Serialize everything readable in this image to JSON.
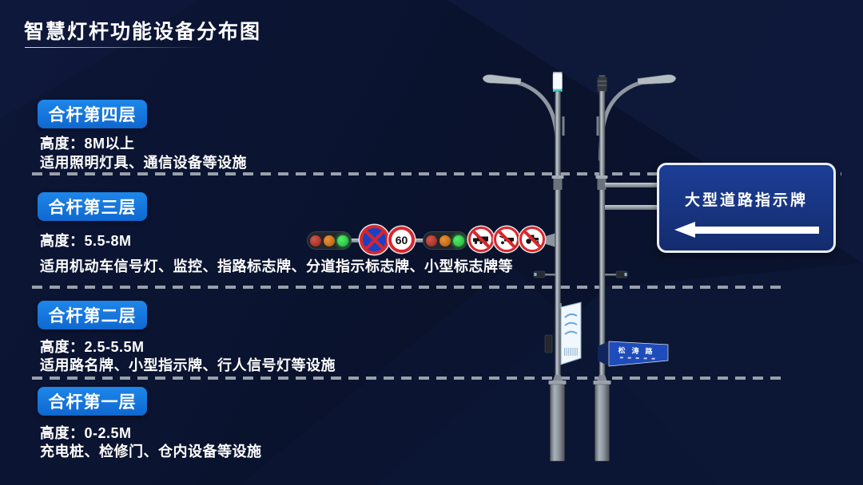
{
  "title": "智慧灯杆功能设备分布图",
  "layers": [
    {
      "badge": "合杆第四层",
      "height": "高度：8M以上",
      "desc": "适用照明灯具、通信设备等设施"
    },
    {
      "badge": "合杆第三层",
      "height": "高度：5.5-8M",
      "desc": "适用机动车信号灯、监控、指路标志牌、分道指示标志牌、小型标志牌等"
    },
    {
      "badge": "合杆第二层",
      "height": "高度：2.5-5.5M",
      "desc": "适用路名牌、小型指示牌、行人信号灯等设施"
    },
    {
      "badge": "合杆第一层",
      "height": "高度：0-2.5M",
      "desc": "充电桩、检修门、仓内设备等设施"
    }
  ],
  "pole_signs": {
    "speed_limit_value": "60",
    "large_sign_label": "大型道路指示牌",
    "road_name_sign": "松涛路"
  },
  "icons": {
    "traffic-light-icon": "three-lamp signal head (red / amber / green)",
    "no-stopping-sign-icon": "blue circle with red cross",
    "speed-limit-sign-icon": "white circle, red ring, value 60",
    "no-truck-sign-icon": "prohibition circle with truck",
    "no-tricycle-sign-icon": "prohibition circle with motor tricycle",
    "no-tractor-sign-icon": "prohibition circle with tractor",
    "cctv-camera-icon": "pole-mounted camera",
    "led-screen-icon": "pole LED display panel",
    "street-lamp-icon": "double curved-arm street light poles",
    "left-arrow-icon": "white arrow pointing left"
  },
  "colors": {
    "background": "#0A1230",
    "badge_blue": "#1478D8",
    "big_sign_blue": "#16337F",
    "road_sign_blue": "#1E4CBA",
    "dashed_line_gray": "#99A0AA",
    "traffic_red": "#B8372B",
    "traffic_amber": "#D07020",
    "traffic_green": "#3BDC52",
    "prohibit_red": "#D8262C",
    "no_stopping_blue": "#1742C8",
    "text_white": "#FFFFFF"
  }
}
